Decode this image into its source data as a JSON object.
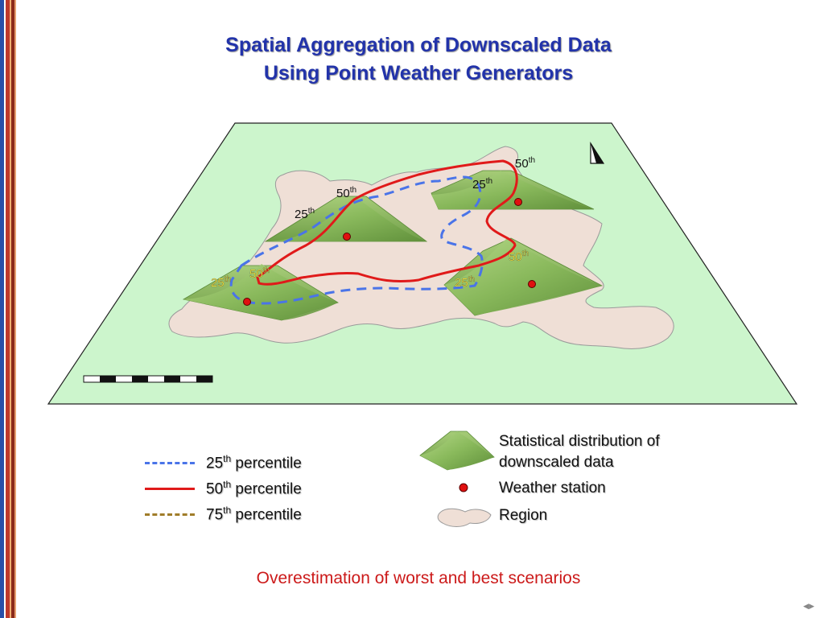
{
  "title": {
    "line1": "Spatial Aggregation of Downscaled Data",
    "line2": "Using Point Weather Generators"
  },
  "map_labels": {
    "fifty_th": "50",
    "twentyfive_th": "25",
    "th": "th"
  },
  "legend": {
    "p25": {
      "num": "25",
      "sup": "th",
      "text": " percentile",
      "color": "#4a74e8",
      "style": "dashed"
    },
    "p50": {
      "num": "50",
      "sup": "th",
      "text": " percentile",
      "color": "#e01a1a",
      "style": "solid"
    },
    "p75": {
      "num": "75",
      "sup": "th",
      "text": " percentile",
      "color": "#a07d2a",
      "style": "dashed"
    },
    "distribution": "Statistical distribution of downscaled data",
    "distribution_line1": "Statistical distribution of",
    "distribution_line2": "downscaled data",
    "station": "Weather station",
    "region": "Region"
  },
  "footer": "Overestimation of worst and best scenarios",
  "colors": {
    "map_bg": "#ccf5cc",
    "region_fill": "#efdfd6",
    "distribution_green": "#8aba5c",
    "station_red": "#e01010",
    "title_blue": "#2233aa",
    "footer_red": "#cc1a1a"
  },
  "icons": {
    "north_arrow": "north-arrow-icon",
    "scale_bar": "scale-bar-icon",
    "nav": "nav-controls"
  }
}
